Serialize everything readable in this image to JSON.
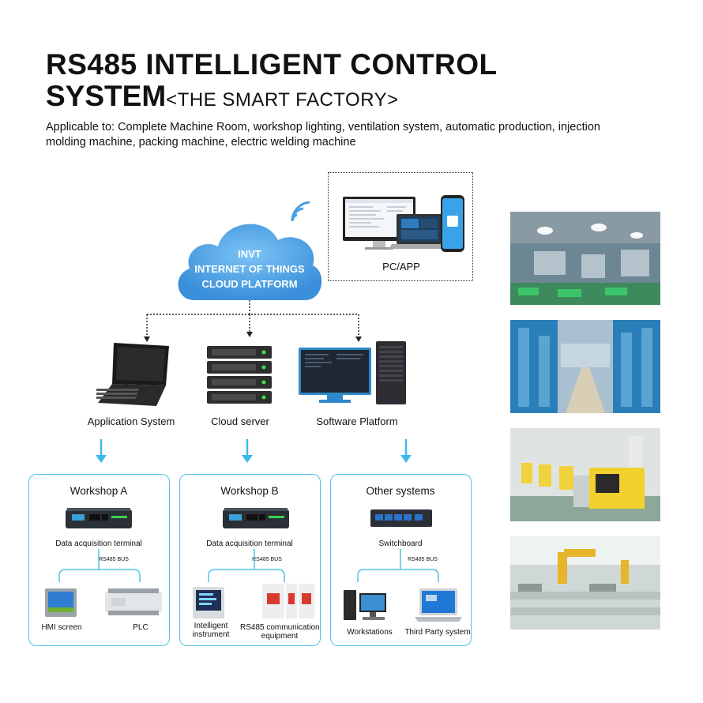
{
  "header": {
    "title_line1": "RS485 INTELLIGENT CONTROL",
    "title_line2": "SYSTEM",
    "title_sub": "<THE SMART FACTORY>",
    "applicable": "Applicable to: Complete Machine Room, workshop lighting, ventilation system, automatic production, injection molding machine, packing machine, electric welding machine"
  },
  "cloud": {
    "line1": "INVT",
    "line2": "INTERNET OF THINGS",
    "line3": "CLOUD PLATFORM"
  },
  "pc_app": {
    "label": "PC/APP"
  },
  "systems": {
    "application": "Application System",
    "cloud_server": "Cloud server",
    "software": "Software Platform"
  },
  "workshops": [
    {
      "title": "Workshop A",
      "device": "Data acquisition terminal",
      "bus": "RS485 BUS",
      "left_label": "HMI screen",
      "right_label": "PLC"
    },
    {
      "title": "Workshop B",
      "device": "Data acquisition terminal",
      "bus": "RS485 BUS",
      "left_label_1": "Intelligent",
      "left_label_2": "instrument",
      "right_label_1": "RS485 communication",
      "right_label_2": "equipment"
    },
    {
      "title": "Other systems",
      "device": "Switchboard",
      "bus": "RS485 BUS",
      "left_label": "Workstations",
      "right_label": "Third Party system"
    }
  ],
  "colors": {
    "accent": "#4fc3e8",
    "cloud": "#4a9fe0",
    "text": "#111111"
  }
}
